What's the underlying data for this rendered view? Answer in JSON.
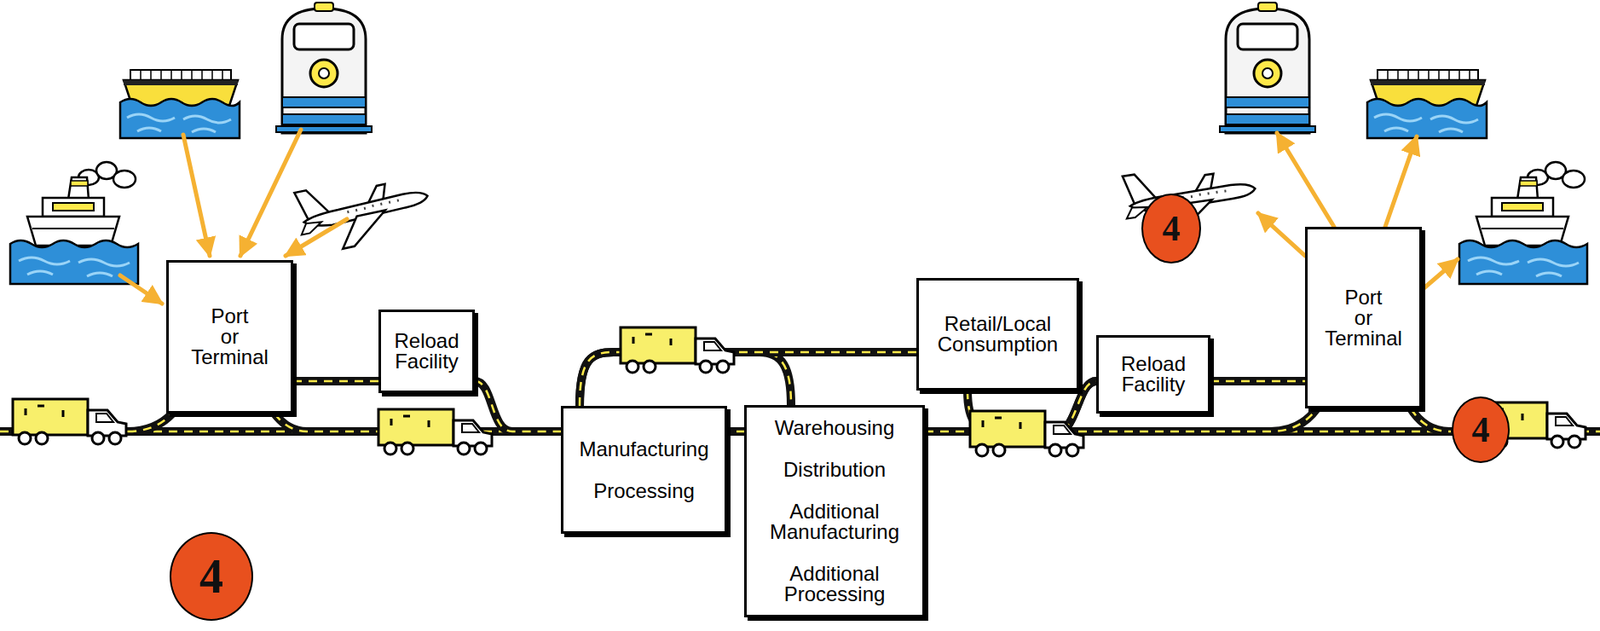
{
  "diagram": {
    "nodes": [
      {
        "text": [
          "Port or Terminal"
        ]
      },
      {
        "text": [
          "Reload Facility"
        ]
      },
      {
        "text": [
          "Manufacturing",
          "Processing"
        ]
      },
      {
        "text": [
          "Warehousing",
          "Distribution",
          "Additional Manufacturing",
          "Additional Processing"
        ]
      },
      {
        "text": [
          "Retail/Local Consumption"
        ]
      },
      {
        "text": [
          "Reload Facility"
        ]
      },
      {
        "text": [
          "Port or Terminal"
        ]
      }
    ],
    "edges": [
      {
        "from": 0,
        "to": 1,
        "arrow": "none"
      },
      {
        "from": 0,
        "to": 2,
        "arrow": "none"
      },
      {
        "from": 1,
        "to": 2,
        "arrow": "none"
      },
      {
        "from": 2,
        "to": 3,
        "arrow": "none"
      },
      {
        "from": 2,
        "to": 4,
        "arrow": "none"
      },
      {
        "from": 4,
        "to": 5,
        "arrow": "none"
      },
      {
        "from": 3,
        "to": 5,
        "arrow": "none"
      },
      {
        "from": 5,
        "to": 6,
        "arrow": "none"
      },
      {
        "from": 3,
        "to": 6,
        "arrow": "none"
      }
    ],
    "labels": [
      "4",
      "4",
      "4"
    ]
  }
}
